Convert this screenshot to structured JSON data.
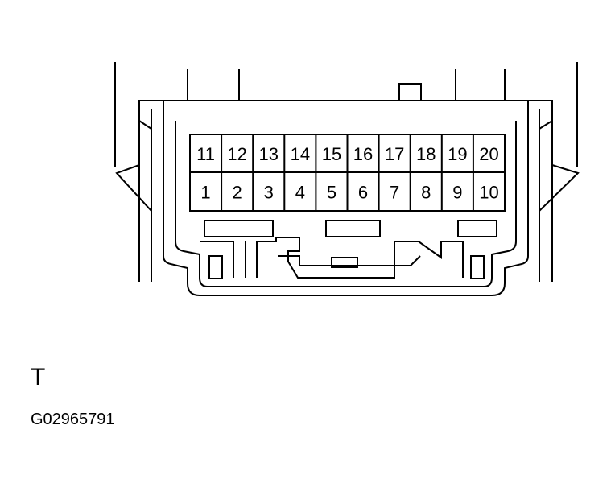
{
  "connector": {
    "top_row": [
      "11",
      "12",
      "13",
      "14",
      "15",
      "16",
      "17",
      "18",
      "19",
      "20"
    ],
    "bottom_row": [
      "1",
      "2",
      "3",
      "4",
      "5",
      "6",
      "7",
      "8",
      "9",
      "10"
    ]
  },
  "label": "T",
  "figure_id": "G02965791",
  "colors": {
    "line": "#000000",
    "background": "#ffffff"
  }
}
